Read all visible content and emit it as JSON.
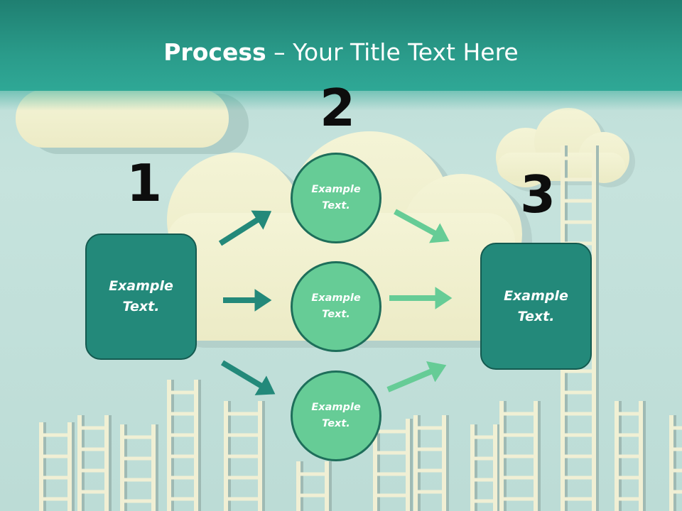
{
  "title": {
    "bold": "Process",
    "rest": " – Your Title Text Here"
  },
  "steps": {
    "step1": {
      "number": "1",
      "text": "Example Text."
    },
    "step2": {
      "number": "2",
      "items": [
        "Example Text.",
        "Example Text.",
        "Example Text."
      ]
    },
    "step3": {
      "number": "3",
      "text": "Example Text."
    }
  },
  "colors": {
    "header": "#2a9b8a",
    "box_fill": "#23897a",
    "circle_fill": "#66cc96",
    "arrow_dark": "#23897a",
    "arrow_light": "#66cc96"
  }
}
